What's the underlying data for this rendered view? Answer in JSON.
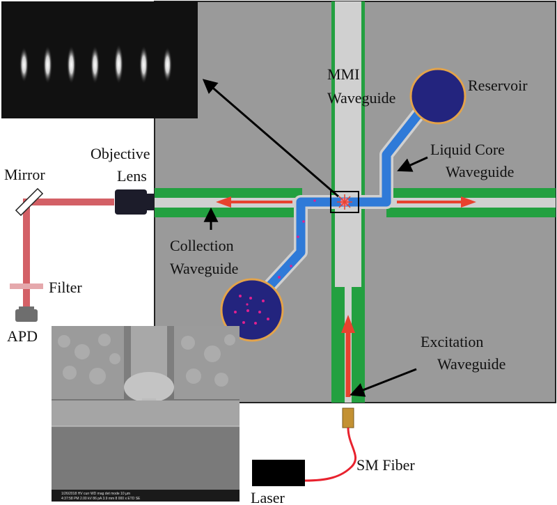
{
  "labels": {
    "mmi_line1": "MMI",
    "mmi_line2": "Waveguide",
    "reservoir": "Reservoir",
    "liquid_core_line1": "Liquid Core",
    "liquid_core_line2": "Waveguide",
    "objective_line1": "Objective",
    "objective_line2": "Lens",
    "mirror": "Mirror",
    "collection_line1": "Collection",
    "collection_line2": "Waveguide",
    "filter": "Filter",
    "apd": "APD",
    "excitation_line1": "Excitation",
    "excitation_line2": "Waveguide",
    "sm_fiber": "SM Fiber",
    "laser": "Laser"
  },
  "sem_info": {
    "line1": "1/26/2018   HV   curr   WD   mag   det   mode   10 µm",
    "line2": "4:37:58 PM  2.00 kV  86 pA  3.9 mm  8 000 x  ETD   SE"
  },
  "colors": {
    "chip": "#9a9a9a",
    "green_cladding": "#23a040",
    "waveguide_core": "#d0d0d0",
    "liquid_channel": "#2f7ad8",
    "reservoir_fill": "#23247e",
    "reservoir_ring": "#e3a34a",
    "light_path": "#d36066",
    "arrow_red": "#e8422e",
    "particle": "#e0208f"
  },
  "icons": [
    "spot-image",
    "sem-image",
    "objective-lens-icon",
    "mirror-icon",
    "filter-icon",
    "apd-icon",
    "laser-icon",
    "fiber-connector-icon"
  ]
}
